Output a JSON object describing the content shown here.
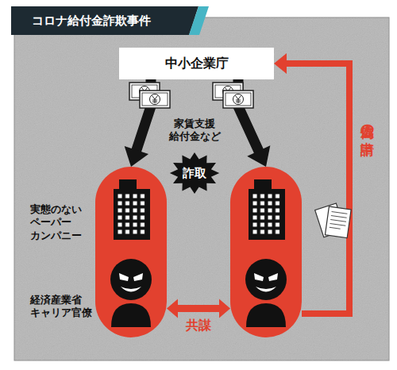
{
  "diagram": {
    "title": "コロナ給付金詐欺事件",
    "nodes": [
      {
        "text": [
          "中小企業庁"
        ]
      },
      {
        "text": [
          "実態のない ペーパー カンパニー",
          "経済産業省 キャリア官僚"
        ]
      },
      {
        "text": []
      }
    ],
    "edges": [
      {
        "from": 0,
        "to": 1,
        "arrow": "to"
      },
      {
        "from": 0,
        "to": 2,
        "arrow": "to"
      },
      {
        "from": 1,
        "to": 2,
        "label": "共謀",
        "arrow": "both"
      },
      {
        "from": 2,
        "to": 0,
        "label": "虚偽の申請",
        "arrow": "to"
      }
    ],
    "labels": [
      "家賃支援 給付金など",
      "詐取"
    ]
  }
}
